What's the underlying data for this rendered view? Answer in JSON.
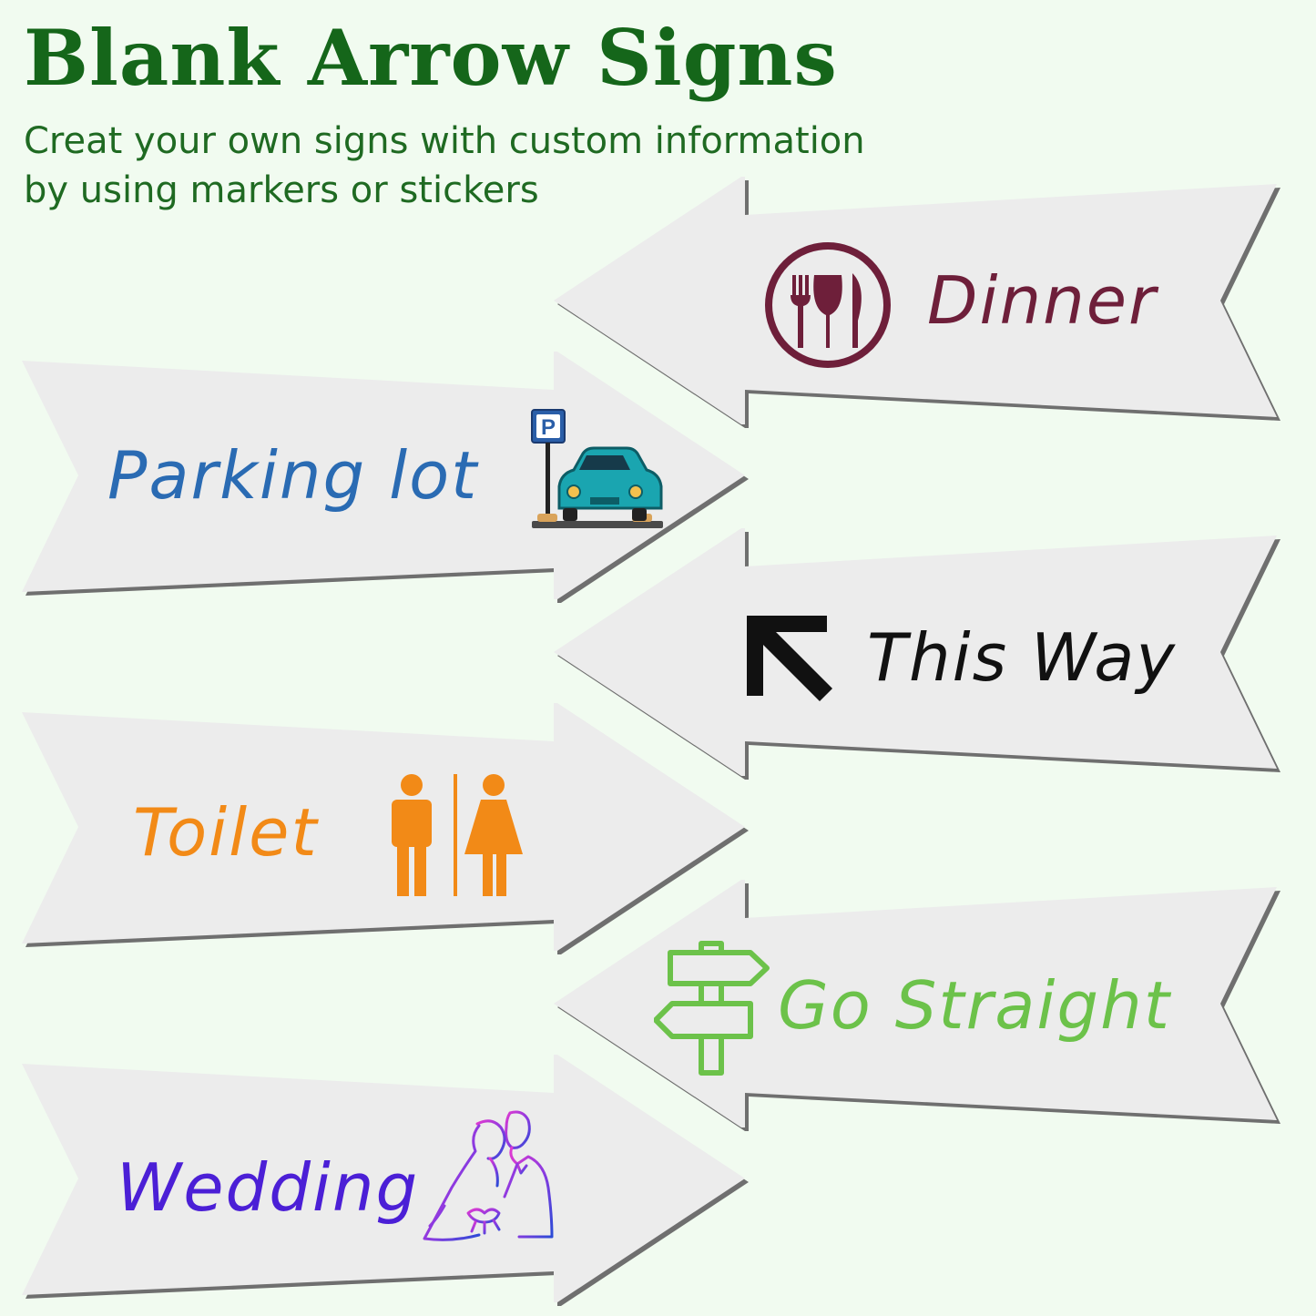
{
  "header": {
    "title": "Blank Arrow Signs",
    "subtitle_line1": "Creat your own signs with custom information",
    "subtitle_line2": "by using markers or stickers"
  },
  "signs": [
    {
      "label": "Dinner",
      "direction": "left",
      "color": "#6e1f3a",
      "icon": "dinner-icon"
    },
    {
      "label": "Parking lot",
      "direction": "right",
      "color": "#2a6bb3",
      "icon": "parking-icon"
    },
    {
      "label": "This Way",
      "direction": "left",
      "color": "#111111",
      "icon": "arrow-up-left-icon"
    },
    {
      "label": "Toilet",
      "direction": "right",
      "color": "#f28a17",
      "icon": "toilet-icon"
    },
    {
      "label": "Go Straight",
      "direction": "left",
      "color": "#6cc24a",
      "icon": "signpost-icon"
    },
    {
      "label": "Wedding",
      "direction": "right",
      "color": "#4b1fd6",
      "icon": "wedding-couple-icon"
    }
  ],
  "parking_sign_letter": "P"
}
